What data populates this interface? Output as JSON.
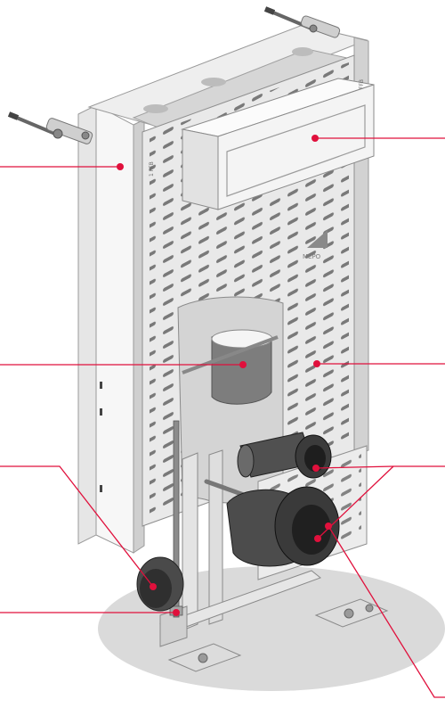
{
  "labels": {
    "brand": "MEPO",
    "ffb_left": "1 FFB",
    "ffb_right": "FFB"
  },
  "colors": {
    "accent": "#e0103c",
    "frame_light": "#f3f3f3",
    "frame_mid": "#d9d9d9",
    "frame_dark": "#a9a9a9",
    "pipe_dark": "#3a3a3a",
    "shadow": "#dcdcdc"
  },
  "callouts": [
    {
      "name": "callout-side-frame"
    },
    {
      "name": "callout-cistern"
    },
    {
      "name": "callout-pipe-mount"
    },
    {
      "name": "callout-perforated-panel"
    },
    {
      "name": "callout-drain-socket"
    },
    {
      "name": "callout-inlet-pipes"
    },
    {
      "name": "callout-threaded-rod"
    },
    {
      "name": "callout-base-plate"
    }
  ]
}
